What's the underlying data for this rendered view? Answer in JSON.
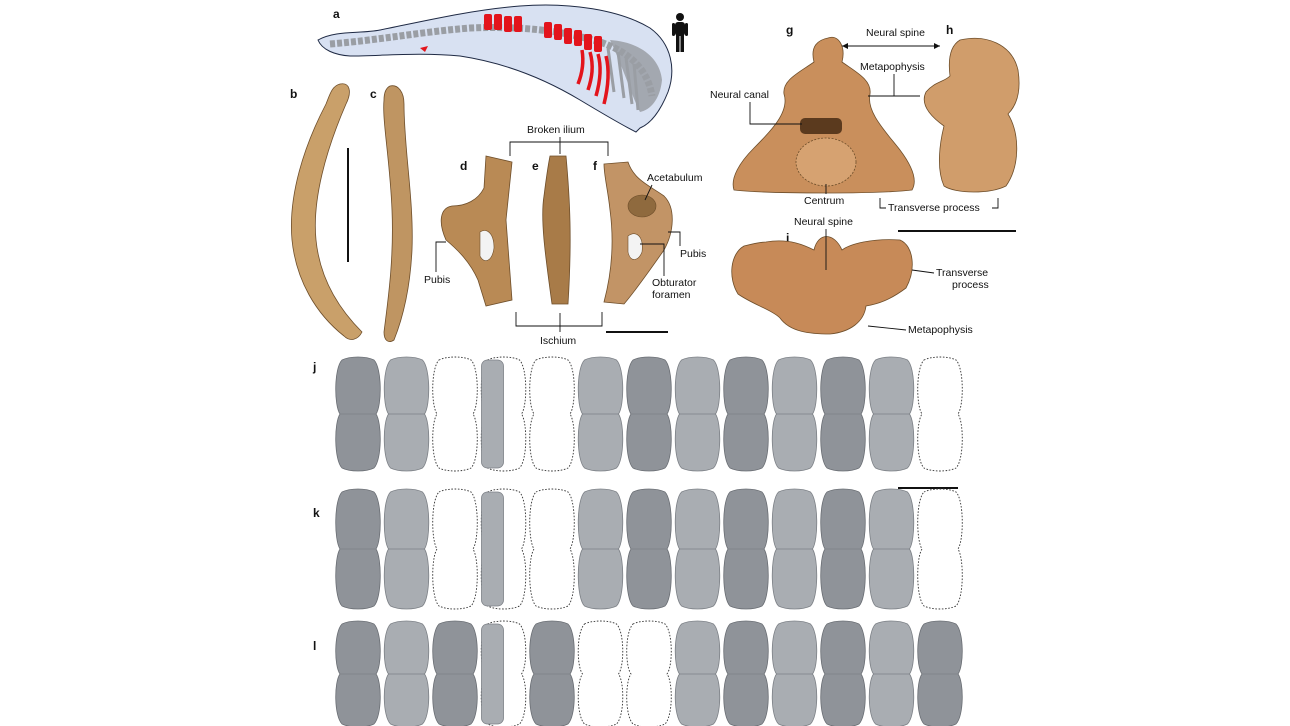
{
  "panels": {
    "a": "a",
    "b": "b",
    "c": "c",
    "d": "d",
    "e": "e",
    "f": "f",
    "g": "g",
    "h": "h",
    "i": "i",
    "j": "j",
    "k": "k",
    "l": "l"
  },
  "labels": {
    "broken_ilium": "Broken ilium",
    "acetabulum": "Acetabulum",
    "pubis_left": "Pubis",
    "pubis_right": "Pubis",
    "obturator_1": "Obturator",
    "obturator_2": "foramen",
    "ischium": "Ischium",
    "neural_spine_top": "Neural spine",
    "metaphysis_top": "Metapophysis",
    "neural_canal": "Neural canal",
    "centrum": "Centrum",
    "transverse_process_top": "Transverse process",
    "neural_spine_i": "Neural spine",
    "transverse_1": "Transverse",
    "transverse_2": "process",
    "metaphysis_i": "Metapophysis"
  },
  "colors": {
    "body_fill": "#d8e1f2",
    "skeleton_gray": "#9a9ea4",
    "highlight_red": "#e3141c",
    "bone_tan": "#c9a06a",
    "vertebra_tan": "#c98f5c",
    "mesh_gray": "#a9adb2"
  },
  "icons": {
    "human_silhouette": "human-silhouette-icon"
  },
  "rows": {
    "j": [
      "bone",
      "bone",
      "missing",
      "half",
      "missing",
      "bone",
      "bone",
      "bone",
      "bone",
      "bone",
      "bone",
      "bone",
      "missing"
    ],
    "k": [
      "bone",
      "bone",
      "missing",
      "half",
      "missing",
      "bone",
      "bone",
      "bone",
      "bone",
      "bone",
      "bone",
      "bone",
      "missing"
    ],
    "l": [
      "bone",
      "bone",
      "bone",
      "half",
      "bone",
      "missing",
      "missing",
      "bone",
      "bone",
      "bone",
      "bone",
      "bone",
      "bone"
    ]
  }
}
